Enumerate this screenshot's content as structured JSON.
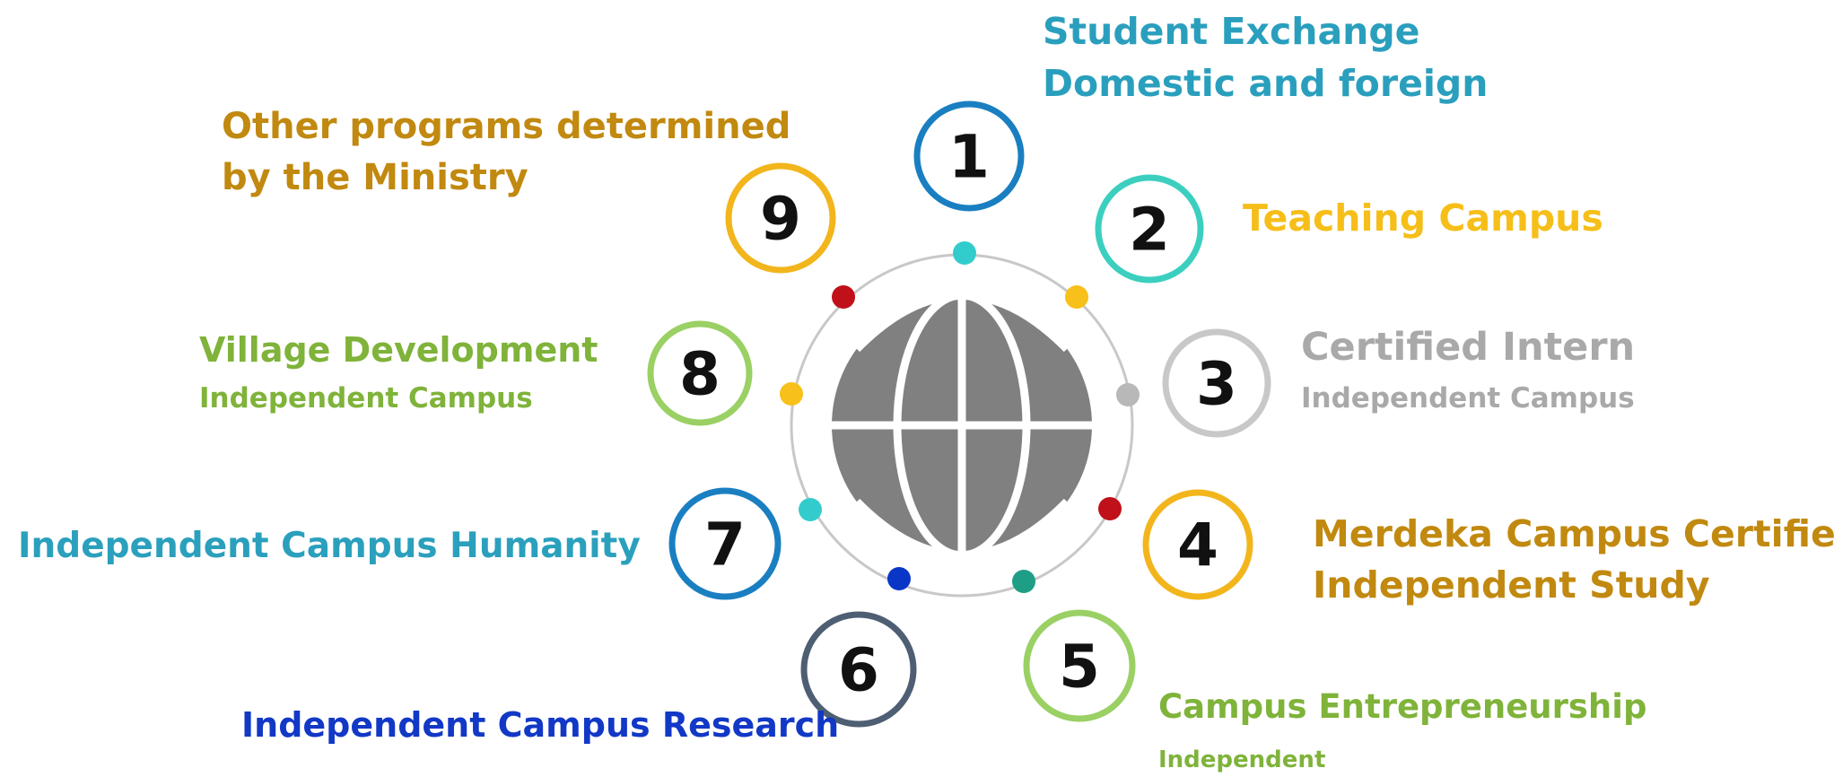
{
  "programs": [
    {
      "number": "1",
      "title_line1": "Student Exchange",
      "title_line2": "Domestic and foreign",
      "ring_color": "#1a7fc1",
      "text_color": "#2a9fbd"
    },
    {
      "number": "2",
      "title": "Teaching Campus",
      "ring_color": "#3ccfbf",
      "text_color": "#f6be18"
    },
    {
      "number": "3",
      "title": "Certified Intern",
      "subtitle": "Independent Campus",
      "ring_color": "#c8c8c8",
      "text_color": "#a9a9a9"
    },
    {
      "number": "4",
      "title_line1": "Merdeka Campus Certified",
      "title_line2": "Independent Study",
      "ring_color": "#f2b51c",
      "text_color": "#c1890f"
    },
    {
      "number": "5",
      "title": "Campus Entrepreneurship",
      "subtitle": "Independent",
      "ring_color": "#9ad064",
      "text_color": "#7fb33a"
    },
    {
      "number": "6",
      "title": "Independent Campus Research",
      "ring_color": "#4e5e73",
      "text_color": "#1238c6"
    },
    {
      "number": "7",
      "title": "Independent Campus Humanity",
      "ring_color": "#1a7fc1",
      "text_color": "#2aa0bd"
    },
    {
      "number": "8",
      "title": "Village Development",
      "subtitle": "Independent Campus",
      "ring_color": "#9ad064",
      "text_color": "#7fb33a"
    },
    {
      "number": "9",
      "title_line1": "Other programs determined",
      "title_line2": "by the Ministry",
      "ring_color": "#f2b51c",
      "text_color": "#c1890f"
    }
  ],
  "center": {
    "icon": "globe-icon",
    "icon_color": "#808080",
    "orbit_color": "#c8c8c8"
  },
  "orbit_dot_colors": [
    "#33cccc",
    "#f7c01a",
    "#b8b8b8",
    "#c0101a",
    "#1f9e86",
    "#0a36c7",
    "#33cccc",
    "#f7c01a",
    "#c0101a"
  ]
}
